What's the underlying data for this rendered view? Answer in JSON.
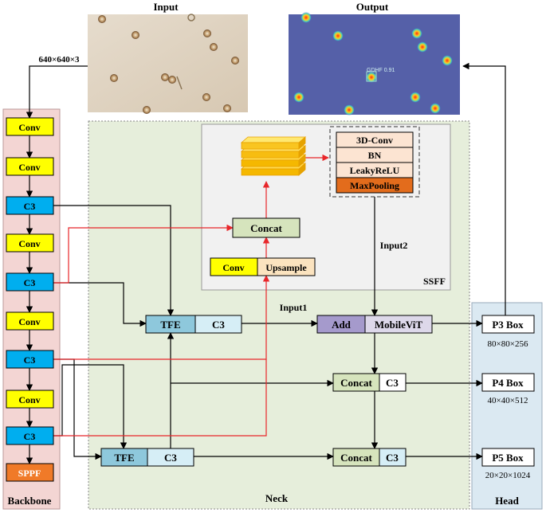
{
  "title_input": "Input",
  "title_output": "Output",
  "input_size": "640×640×3",
  "detection_label": "GDHF 0.91",
  "sections": {
    "backbone": "Backbone",
    "neck": "Neck",
    "head": "Head",
    "ssff": "SSFF"
  },
  "backbone_blocks": [
    "Conv",
    "Conv",
    "C3",
    "Conv",
    "C3",
    "Conv",
    "C3",
    "Conv",
    "C3",
    "SPPF"
  ],
  "ssff": {
    "stack": [
      "3D-Conv",
      "BN",
      "LeakyReLU",
      "MaxPooling"
    ],
    "concat": "Concat",
    "conv": "Conv",
    "upsample": "Upsample",
    "input1": "Input1",
    "input2": "Input2"
  },
  "neck": {
    "tfe": "TFE",
    "c3": "C3",
    "add": "Add",
    "mobilevit": "MobileViT",
    "concat": "Concat"
  },
  "head_outputs": [
    {
      "label": "P3 Box",
      "size": "80×80×256"
    },
    {
      "label": "P4 Box",
      "size": "40×40×512"
    },
    {
      "label": "P5 Box",
      "size": "20×20×1024"
    }
  ],
  "colors": {
    "backbone_bg": "#f3d5d3",
    "neck_bg": "#e6eedb",
    "ssff_bg": "#f1f1f1",
    "head_bg": "#dbe9f2",
    "conv": "#ffff00",
    "c3": "#00aeef",
    "sppf": "#f07a28",
    "concat": "#d6e4bd",
    "tfe": "#8ec8dc",
    "c3_light": "#d6eef6",
    "add": "#a59acc",
    "mobilevit": "#ddd8ea",
    "upsample": "#fbe3bf",
    "maxpool": "#e36c1c",
    "stack_light": "#fce4d2",
    "red_line": "#e8262a"
  }
}
